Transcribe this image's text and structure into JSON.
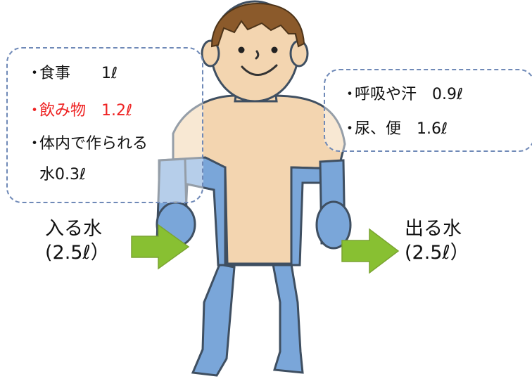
{
  "colors": {
    "box_border": "#6f89b7",
    "skin": "#f3d5b0",
    "hair": "#8b5a2b",
    "clothes": "#7aa6d9",
    "arrow": "#88c032",
    "highlight_red": "#ee2222"
  },
  "icons": {
    "person": "person-illustration-icon",
    "arrow_in": "arrow-right-icon",
    "arrow_out": "arrow-right-icon"
  },
  "intake_box": {
    "items": [
      {
        "bullet": "・",
        "text": "食事　　1ℓ"
      },
      {
        "bullet": "・",
        "text": "飲み物　1.2ℓ",
        "highlight": true
      },
      {
        "bullet": "・",
        "text": "体内で作られる"
      },
      {
        "bullet": "",
        "text": "水0.3ℓ"
      }
    ]
  },
  "output_box": {
    "items": [
      {
        "bullet": "・",
        "text": "呼吸や汗　0.9ℓ"
      },
      {
        "bullet": "・",
        "text": "尿、便　1.6ℓ"
      }
    ]
  },
  "input_label": {
    "line1": "入る水",
    "line2": "(2.5ℓ）"
  },
  "output_label": {
    "line1": "出る水",
    "line2": "(2.5ℓ）"
  }
}
